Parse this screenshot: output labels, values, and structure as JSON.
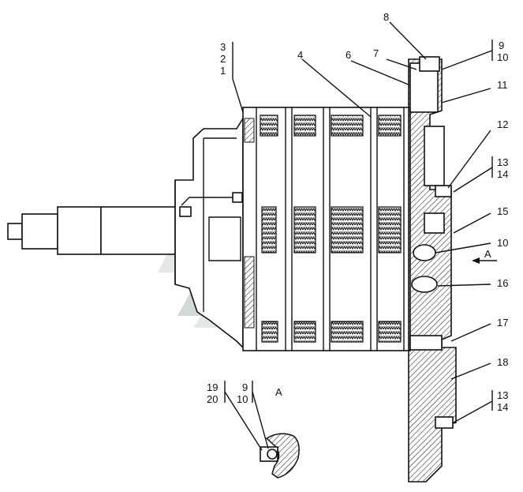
{
  "callouts": {
    "n1": "1",
    "n2": "2",
    "n3": "3",
    "n4": "4",
    "n6": "6",
    "n7": "7",
    "n8": "8",
    "n9a": "9",
    "n10a": "10",
    "n11": "11",
    "n12": "12",
    "n13a": "13",
    "n14a": "14",
    "n15": "15",
    "n10b": "10",
    "n16": "16",
    "n17": "17",
    "n18": "18",
    "n13b": "13",
    "n14b": "14",
    "n19": "19",
    "n20": "20",
    "n9b": "9",
    "n10c": "10"
  },
  "view_labels": {
    "arrow_a": "A",
    "view_a": "A"
  },
  "watermark_color": "#c8d1cc"
}
